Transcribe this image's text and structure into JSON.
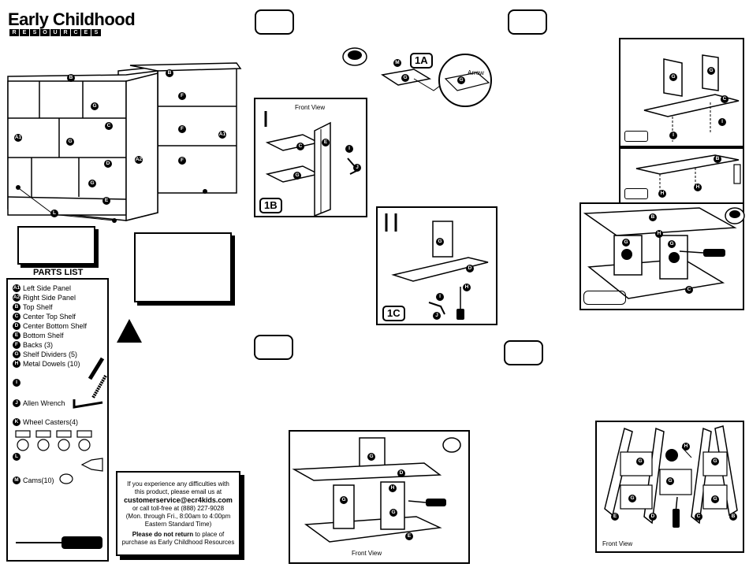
{
  "brand": {
    "name_top": "Early Childhood",
    "name_bottom": "RESOURCES"
  },
  "parts_list": {
    "title": "PARTS LIST",
    "items": [
      {
        "key": "A1",
        "label": "Left Side Panel"
      },
      {
        "key": "A2",
        "label": "Right Side Panel"
      },
      {
        "key": "B",
        "label": "Top Shelf"
      },
      {
        "key": "C",
        "label": "Center Top Shelf"
      },
      {
        "key": "D",
        "label": "Center Bottom Shelf"
      },
      {
        "key": "E",
        "label": "Bottom Shelf"
      },
      {
        "key": "F",
        "label": "Backs (3)"
      },
      {
        "key": "G",
        "label": "Shelf Dividers (5)"
      },
      {
        "key": "H",
        "label": "Metal Dowels (10)"
      },
      {
        "key": "I",
        "label": ""
      },
      {
        "key": "J",
        "label": "Allen Wrench"
      },
      {
        "key": "K",
        "label": "Wheel Casters(4)"
      },
      {
        "key": "L",
        "label": ""
      },
      {
        "key": "M",
        "label": "Cams(10)"
      }
    ]
  },
  "contact": {
    "line1": "If you experience any difficulties with",
    "line2": "this product, please email us at",
    "email": "customerservice@ecr4kids.com",
    "line3": "or call toll-free at (888) 227-9028",
    "line4": "(Mon. through Fri., 8:00am to 4:00pm",
    "line5": "Eastern Standard Time)",
    "line6_bold": "Please do not return",
    "line6_rest": " to place of",
    "line7": "purchase as Early Childhood Resources"
  },
  "diagram_labels": {
    "step_1a": "1A",
    "step_1b": "1B",
    "step_1c": "1C",
    "front_view": "Front View",
    "arrow": "Arrow"
  },
  "part_tags": {
    "A1": "A1",
    "A2": "A2",
    "B": "B",
    "C": "C",
    "D": "D",
    "E": "E",
    "F": "F",
    "G": "G",
    "H": "H",
    "I": "I",
    "J": "J",
    "L": "L",
    "M": "M"
  }
}
